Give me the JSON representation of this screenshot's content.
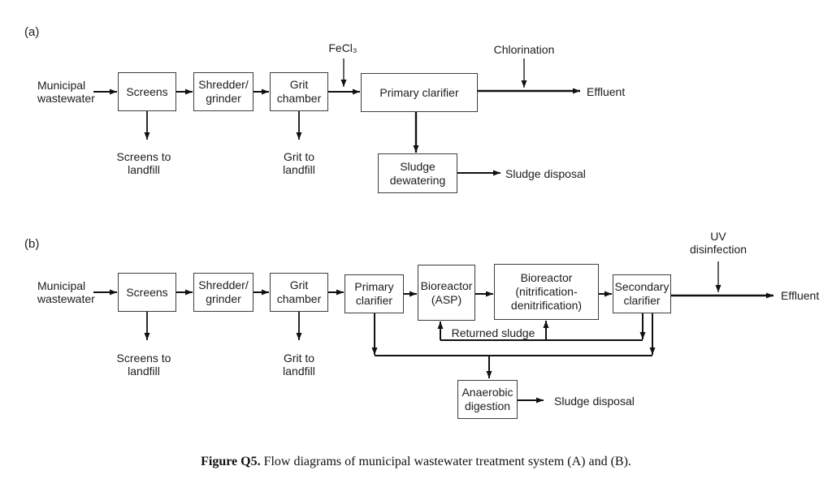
{
  "diagram_a": {
    "label": "(a)",
    "source_label": "Municipal\nwastewater",
    "nodes": {
      "screens": "Screens",
      "shredder": "Shredder/\ngrinder",
      "grit": "Grit\nchamber",
      "primary": "Primary clarifier",
      "dewatering": "Sludge\ndewatering"
    },
    "annotations": {
      "fecl3": "FeCl₃",
      "chlorination": "Chlorination",
      "effluent": "Effluent",
      "screens_landfill": "Screens to\nlandfill",
      "grit_landfill": "Grit to\nlandfill",
      "sludge_disposal": "Sludge disposal"
    }
  },
  "diagram_b": {
    "label": "(b)",
    "source_label": "Municipal\nwastewater",
    "nodes": {
      "screens": "Screens",
      "shredder": "Shredder/\ngrinder",
      "grit": "Grit\nchamber",
      "primary": "Primary\nclarifier",
      "bioreactor_asp": "Bioreactor\n(ASP)",
      "bioreactor_nitri": "Bioreactor\n(nitrification-\ndenitrification)",
      "secondary": "Secondary\nclarifier",
      "anaerobic": "Anaerobic\ndigestion"
    },
    "annotations": {
      "uv": "UV\ndisinfection",
      "effluent": "Effluent",
      "screens_landfill": "Screens to\nlandfill",
      "grit_landfill": "Grit to\nlandfill",
      "returned_sludge": "Returned sludge",
      "sludge_disposal": "Sludge disposal"
    }
  },
  "caption": {
    "prefix": "Figure Q5.",
    "text": " Flow diagrams of municipal wastewater treatment system (A) and (B)."
  }
}
